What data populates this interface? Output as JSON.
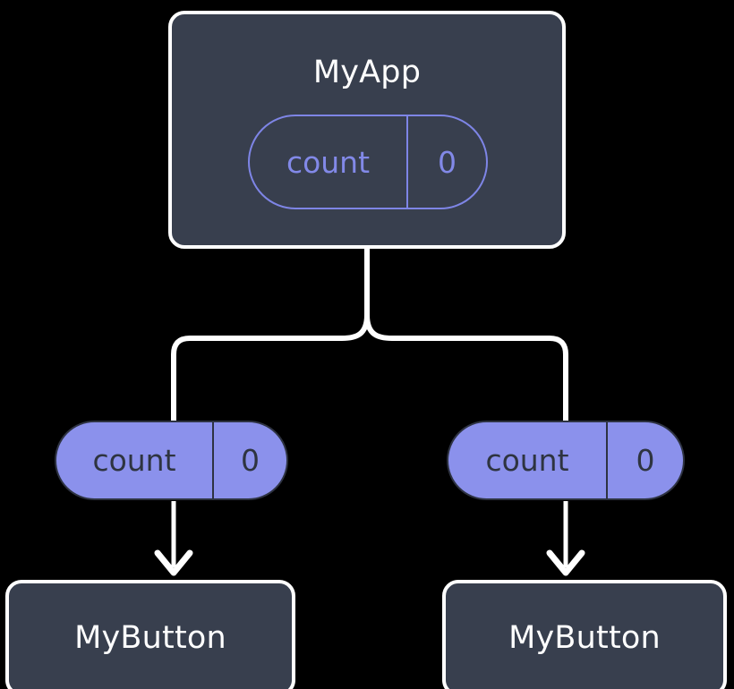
{
  "diagram": {
    "type": "component-tree",
    "background_color": "#000000",
    "colors": {
      "box_fill": "#383F4E",
      "box_stroke": "#FFFFFF",
      "pill_fill": "#8B91EC",
      "pill_outline": "#7E85E6",
      "pill_text_dark": "#2E3440",
      "edge_stroke": "#FFFFFF"
    },
    "nodes": {
      "root": {
        "title": "MyApp",
        "state_pill": {
          "key": "count",
          "value": "0"
        }
      },
      "left_prop_pill": {
        "key": "count",
        "value": "0"
      },
      "right_prop_pill": {
        "key": "count",
        "value": "0"
      },
      "left_child": {
        "title": "MyButton"
      },
      "right_child": {
        "title": "MyButton"
      }
    },
    "edges": [
      {
        "from": "MyApp",
        "to": "left-branch",
        "style": "rounded-elbow",
        "arrow": false
      },
      {
        "from": "MyApp",
        "to": "right-branch",
        "style": "rounded-elbow",
        "arrow": false
      },
      {
        "from": "left_prop_pill",
        "to": "left MyButton",
        "style": "straight",
        "arrow": true
      },
      {
        "from": "right_prop_pill",
        "to": "right MyButton",
        "style": "straight",
        "arrow": true
      }
    ]
  }
}
